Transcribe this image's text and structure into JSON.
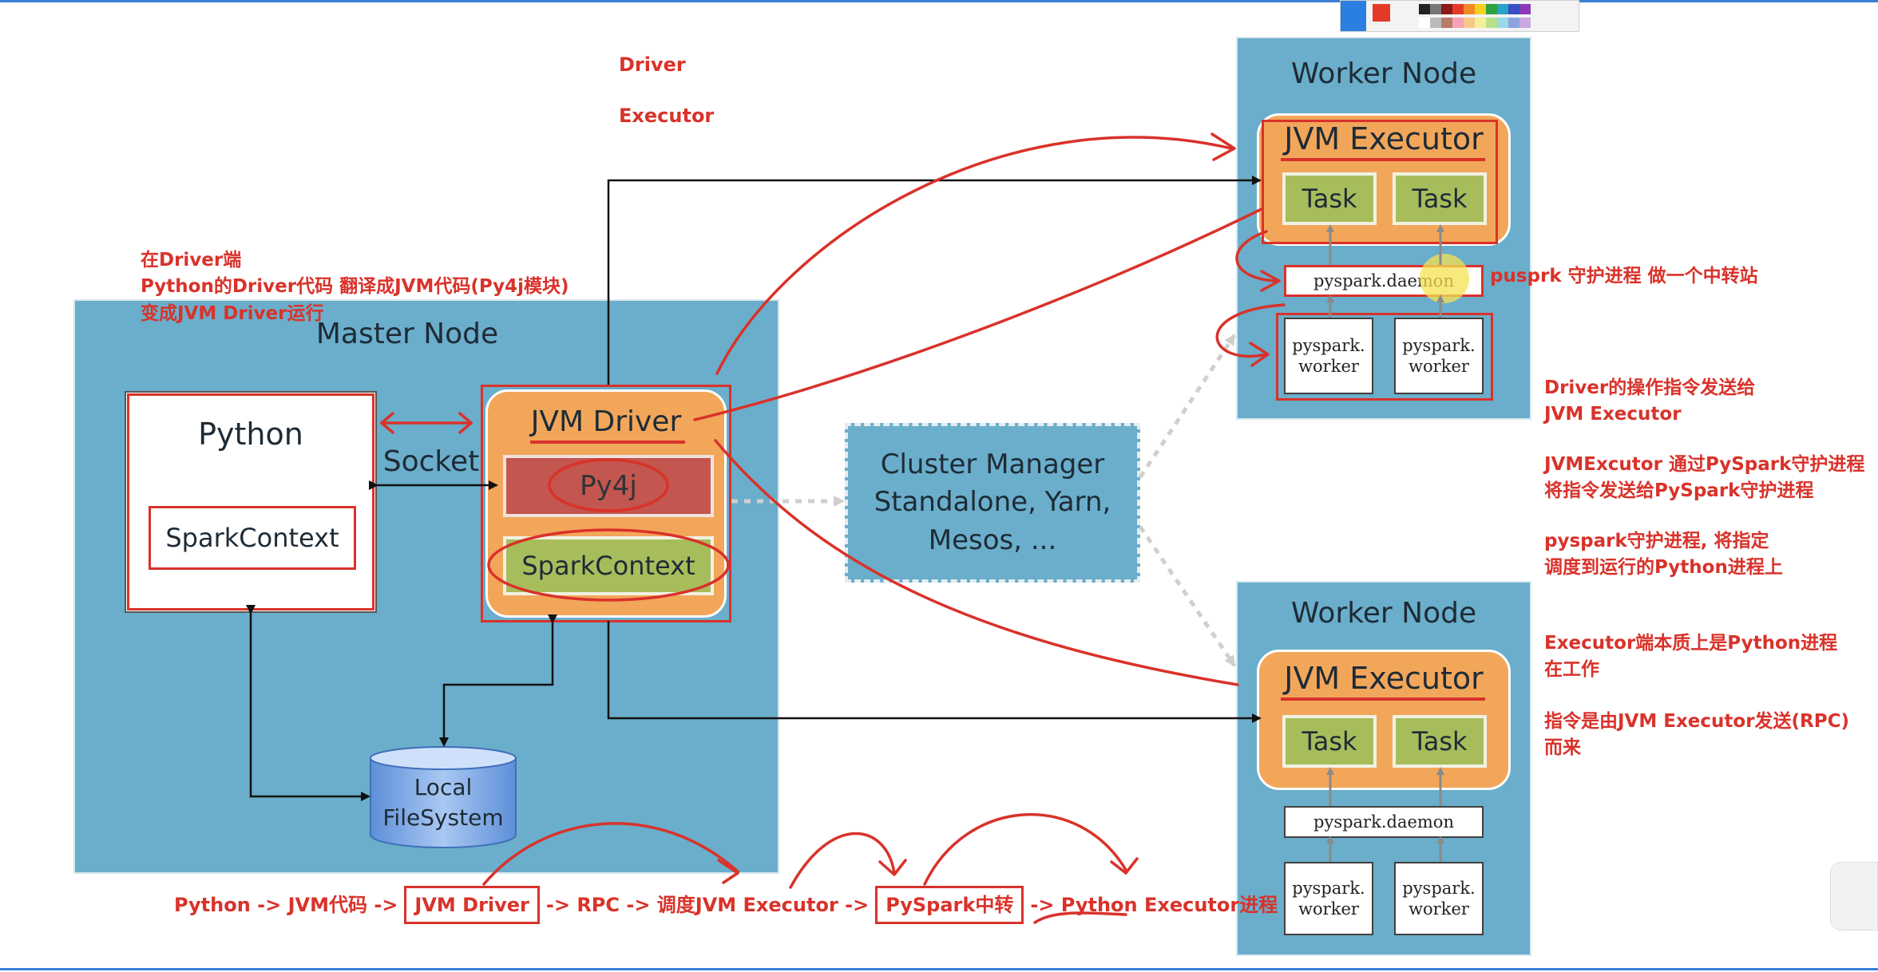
{
  "annotations_top": {
    "driver": "Driver",
    "executor": "Executor"
  },
  "driver_note": {
    "line1": "在Driver端",
    "line2": "Python的Driver代码 翻译成JVM代码(Py4j模块)",
    "line3": "变成JVM Driver运行"
  },
  "master": {
    "title": "Master Node",
    "python_title": "Python",
    "python_sparkcontext": "SparkContext",
    "socket": "Socket",
    "jvm_driver": "JVM Driver",
    "py4j": "Py4j",
    "jvm_sparkcontext": "SparkContext",
    "local_fs_line1": "Local",
    "local_fs_line2": "FileSystem"
  },
  "cluster_manager": {
    "line1": "Cluster Manager",
    "line2": "Standalone, Yarn,",
    "line3": "Mesos, ..."
  },
  "worker_top": {
    "title": "Worker Node",
    "executor": "JVM Executor",
    "task1": "Task",
    "task2": "Task",
    "daemon": "pyspark.daemon",
    "worker1_line1": "pyspark.",
    "worker1_line2": "worker",
    "worker2_line1": "pyspark.",
    "worker2_line2": "worker"
  },
  "worker_bottom": {
    "title": "Worker Node",
    "executor": "JVM Executor",
    "task1": "Task",
    "task2": "Task",
    "daemon": "pyspark.daemon",
    "worker1_line1": "pyspark.",
    "worker1_line2": "worker",
    "worker2_line1": "pyspark.",
    "worker2_line2": "worker"
  },
  "daemon_note": "pusprk 守护进程 做一个中转站",
  "right_notes": [
    {
      "line1": "Driver的操作指令发送给",
      "line2": "JVM Executor"
    },
    {
      "line1": "JVMExcutor 通过PySpark守护进程",
      "line2": "将指令发送给PySpark守护进程"
    },
    {
      "line1": "pyspark守护进程, 将指定",
      "line2": "调度到运行的Python进程上"
    },
    {
      "line1": "Executor端本质上是Python进程",
      "line2": "在工作"
    },
    {
      "line1": "指令是由JVM Executor发送(RPC)",
      "line2": "而来"
    }
  ],
  "flow": {
    "part1": "Python -> JVM代码 ->",
    "box1": "JVM Driver",
    "part2": "-> RPC -> 调度JVM Executor ->",
    "box2": "PySpark中转",
    "part3": "-> Python Executor进程"
  },
  "colors": {
    "annotation_red": "#d9322a",
    "node_blue": "#6aaecb",
    "orange": "#f2a65a",
    "green": "#a7bd5c"
  }
}
